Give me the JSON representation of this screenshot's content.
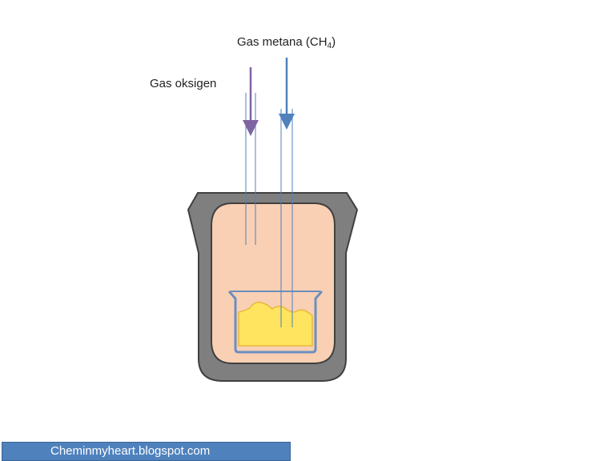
{
  "labels": {
    "methane_text": "Gas metana (CH",
    "methane_subscript": "4",
    "methane_close": ")",
    "oxygen": "Gas oksigen"
  },
  "footer": {
    "text": "Cheminmyheart.blogspot.com"
  },
  "colors": {
    "container_outer": "#7f7f7f",
    "container_inner": "#f9d0b3",
    "liquid": "#fee45f",
    "beaker_outline": "#6c8ebf",
    "oxygen_arrow": "#8064a2",
    "methane_arrow": "#4f81bd",
    "tube": "#4f81bd",
    "footer_bg": "#4f81bd"
  }
}
